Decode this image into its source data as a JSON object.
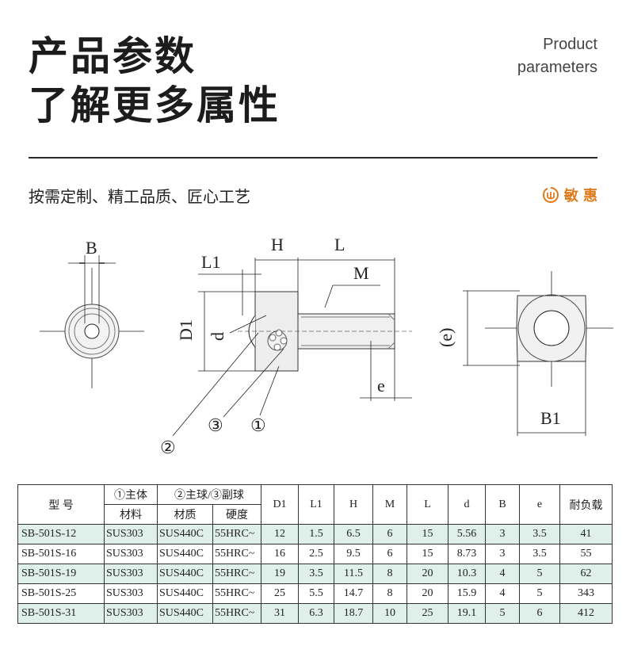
{
  "header": {
    "title_line1": "产品参数",
    "title_line2": "了解更多属性",
    "subtitle_en_line1": "Product",
    "subtitle_en_line2": "parameters"
  },
  "tagline": "按需定制、精工品质、匠心工艺",
  "brand": {
    "name": "敏 惠",
    "color": "#e07b1c"
  },
  "drawing_labels": {
    "B": "B",
    "H": "H",
    "L": "L",
    "L1": "L1",
    "M": "M",
    "D1": "D1",
    "d": "d",
    "e": "e",
    "e_paren": "(e)",
    "B1": "B1",
    "c1": "①",
    "c2": "②",
    "c3": "③"
  },
  "table": {
    "head_model": "型 号",
    "head_body_top": "①主体",
    "head_body_bottom": "材料",
    "head_ball_top": "②主球/③副球",
    "head_ball_mat": "材质",
    "head_ball_hard": "硬度",
    "cols": [
      "D1",
      "L1",
      "H",
      "M",
      "L",
      "d",
      "B",
      "e",
      "耐负载"
    ],
    "rows": [
      {
        "model": "SB-501S-12",
        "body": "SUS303",
        "ball": "SUS440C",
        "hard": "55HRC~",
        "D1": "12",
        "L1": "1.5",
        "H": "6.5",
        "M": "6",
        "L": "15",
        "d": "5.56",
        "B": "3",
        "e": "3.5",
        "load": "41"
      },
      {
        "model": "SB-501S-16",
        "body": "SUS303",
        "ball": "SUS440C",
        "hard": "55HRC~",
        "D1": "16",
        "L1": "2.5",
        "H": "9.5",
        "M": "6",
        "L": "15",
        "d": "8.73",
        "B": "3",
        "e": "3.5",
        "load": "55"
      },
      {
        "model": "SB-501S-19",
        "body": "SUS303",
        "ball": "SUS440C",
        "hard": "55HRC~",
        "D1": "19",
        "L1": "3.5",
        "H": "11.5",
        "M": "8",
        "L": "20",
        "d": "10.3",
        "B": "4",
        "e": "5",
        "load": "62"
      },
      {
        "model": "SB-501S-25",
        "body": "SUS303",
        "ball": "SUS440C",
        "hard": "55HRC~",
        "D1": "25",
        "L1": "5.5",
        "H": "14.7",
        "M": "8",
        "L": "20",
        "d": "15.9",
        "B": "4",
        "e": "5",
        "load": "343"
      },
      {
        "model": "SB-501S-31",
        "body": "SUS303",
        "ball": "SUS440C",
        "hard": "55HRC~",
        "D1": "31",
        "L1": "6.3",
        "H": "18.7",
        "M": "10",
        "L": "25",
        "d": "19.1",
        "B": "5",
        "e": "6",
        "load": "412"
      }
    ],
    "row_tint": "#dff0ea"
  }
}
